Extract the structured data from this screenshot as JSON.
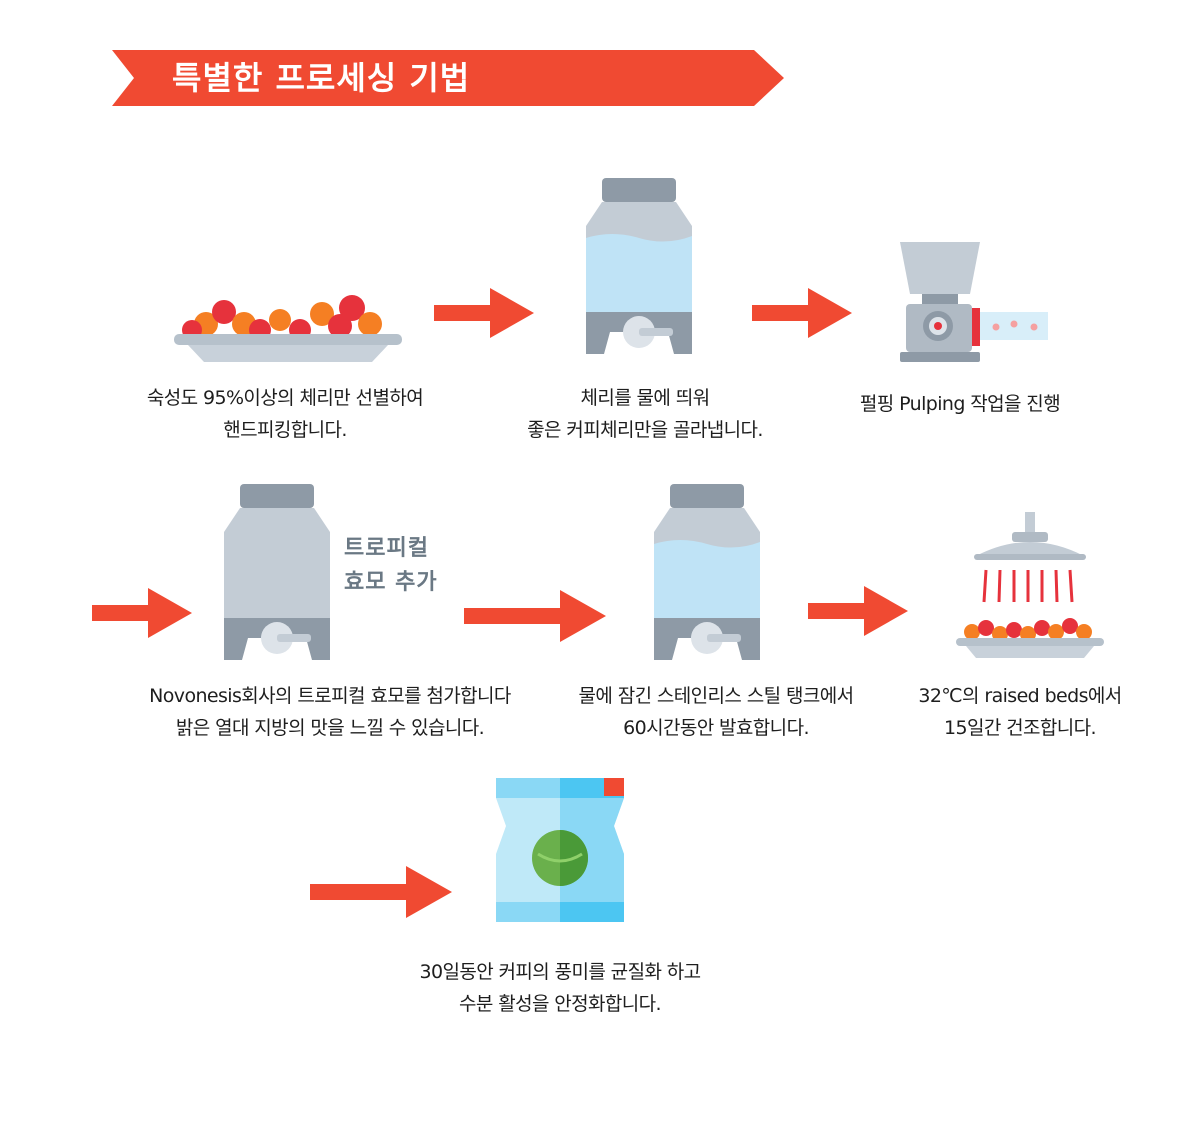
{
  "banner": {
    "title": "특별한 프로세싱 기법",
    "color": "#f04a32"
  },
  "colors": {
    "arrow": "#f04a32",
    "cherry_red": "#e6323c",
    "cherry_orange": "#f57f23",
    "tank_gray": "#c3ccd5",
    "water": "#bfe3f6"
  },
  "steps": [
    {
      "icon": "cherry-tray-icon",
      "lines": [
        "숙성도 95%이상의 체리만 선별하여",
        "핸드피킹합니다."
      ]
    },
    {
      "icon": "water-tank-icon",
      "lines": [
        "체리를 물에 띄워",
        "좋은 커피체리만을 골라냅니다."
      ]
    },
    {
      "icon": "pulper-machine-icon",
      "lines": [
        "펄핑 Pulping 작업을 진행"
      ]
    },
    {
      "icon": "empty-tank-icon",
      "side_label": [
        "트로피컬",
        "효모 추가"
      ],
      "lines": [
        "Novonesis회사의 트로피컬 효모를 첨가합니다",
        "밝은 열대 지방의 맛을 느낄 수 있습니다."
      ]
    },
    {
      "icon": "steel-tank-icon",
      "lines": [
        "물에 잠긴 스테인리스 스틸 탱크에서",
        "60시간동안 발효합니다."
      ]
    },
    {
      "icon": "drying-bed-icon",
      "lines": [
        "32℃의 raised beds에서",
        "15일간 건조합니다."
      ]
    },
    {
      "icon": "coffee-bag-icon",
      "lines": [
        "30일동안 커피의 풍미를 균질화 하고",
        "수분 활성을 안정화합니다."
      ]
    }
  ]
}
